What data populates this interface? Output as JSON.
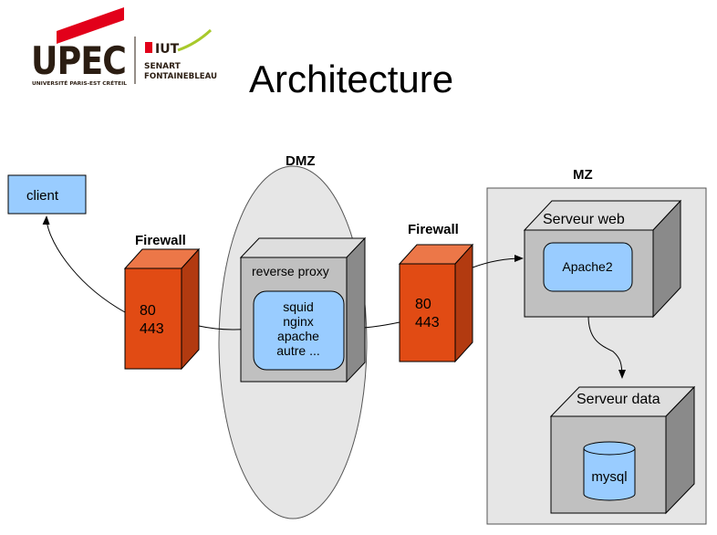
{
  "slide": {
    "title": "Architecture"
  },
  "logo": {
    "upec": "UPEC",
    "upec_sub": "UNIVERSITÉ PARIS-EST CRÉTEIL",
    "iut": "IUT",
    "iut_line1": "SENART",
    "iut_line2": "FONTAINEBLEAU"
  },
  "diagram": {
    "client": "client",
    "dmz": "DMZ",
    "mz": "MZ",
    "firewall_left": {
      "label": "Firewall",
      "port1": "80",
      "port2": "443"
    },
    "firewall_right": {
      "label": "Firewall",
      "port1": "80",
      "port2": "443"
    },
    "proxy": {
      "label": "reverse proxy",
      "items": [
        "squid",
        "nginx",
        "apache",
        "autre ..."
      ]
    },
    "web_server": {
      "label": "Serveur web",
      "app": "Apache2"
    },
    "data_server": {
      "label": "Serveur data",
      "db": "mysql"
    }
  },
  "colors": {
    "firewall_front": "#e14b14",
    "firewall_top": "#ec7748",
    "firewall_side": "#b23a10",
    "box_front": "#c0c0c0",
    "box_top": "#dedede",
    "box_side": "#8a8a8a",
    "app_fill": "#99ccff",
    "dmz_fill": "#e6e6e6",
    "mz_fill": "#e6e6e6",
    "upec_red": "#e2001a"
  }
}
